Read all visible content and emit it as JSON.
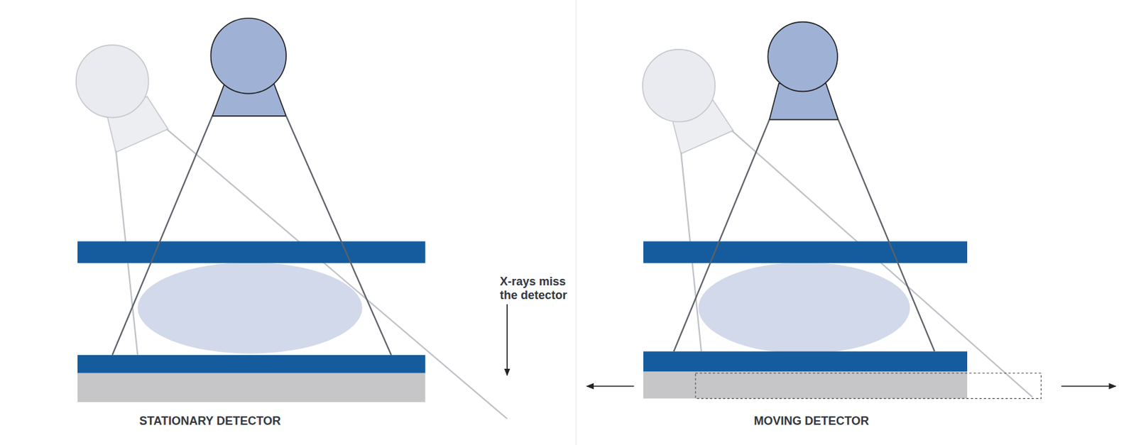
{
  "diagram": {
    "labels": [
      "X-rays miss the detector",
      "STATIONARY DETECTOR",
      "MOVING DETECTOR"
    ]
  }
}
